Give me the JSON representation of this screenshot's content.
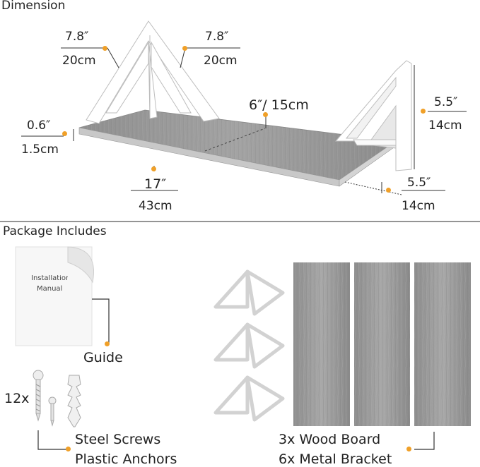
{
  "section_dimension": "Dimension",
  "section_package": "Package Includes",
  "dims": {
    "top_left_in": "7.8″",
    "top_left_cm": "20cm",
    "top_right_in": "7.8″",
    "top_right_cm": "20cm",
    "thickness_in": "0.6″",
    "thickness_cm": "1.5cm",
    "depth_label": "6″/ 15cm",
    "length_in": "17″",
    "length_cm": "43cm",
    "bracket_h_in": "5.5″",
    "bracket_h_cm": "14cm",
    "bracket_d_in": "5.5″",
    "bracket_d_cm": "14cm"
  },
  "package": {
    "manual_text_line1": "Installation",
    "manual_text_line2": "Manual",
    "guide_label": "Guide",
    "screws_count": "12x",
    "screws_label": "Steel Screws",
    "anchors_label": "Plastic Anchors",
    "boards_label": "3x Wood Board",
    "brackets_label": "6x Metal Bracket"
  },
  "colors": {
    "accent": "#f0a028",
    "wood": "#9a9a9a",
    "bracket": "#ffffff",
    "divider": "#555555"
  }
}
